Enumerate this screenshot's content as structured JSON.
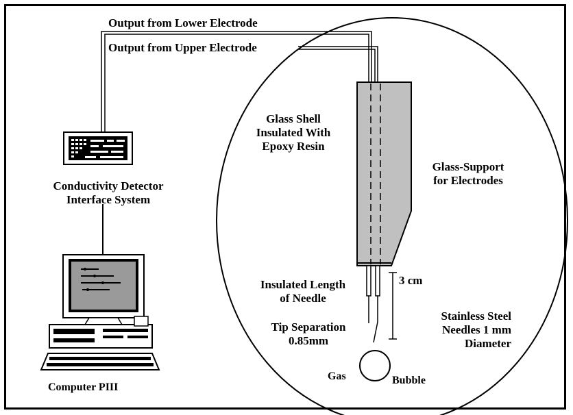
{
  "labels": {
    "lower_electrode": "Output from Lower Electrode",
    "upper_electrode": "Output from Upper  Electrode",
    "glass_shell_1": "Glass Shell",
    "glass_shell_2": "Insulated With",
    "glass_shell_3": "Epoxy Resin",
    "glass_support_1": "Glass-Support",
    "glass_support_2": "for Electrodes",
    "detector_1": "Conductivity Detector",
    "detector_2": "Interface System",
    "insulated_1": "Insulated Length",
    "insulated_2": "of Needle",
    "three_cm": "3 cm",
    "tip_1": "Tip Separation",
    "tip_2": "0.85mm",
    "needles_1": "Stainless Steel",
    "needles_2": "Needles 1 mm",
    "needles_3": "Diameter",
    "gas": "Gas",
    "bubble": "Bubble",
    "computer": "Computer PIII"
  },
  "colors": {
    "glass_support": "#c0c0c0",
    "monitor_screen": "#9a9a9a",
    "line": "#000000"
  }
}
